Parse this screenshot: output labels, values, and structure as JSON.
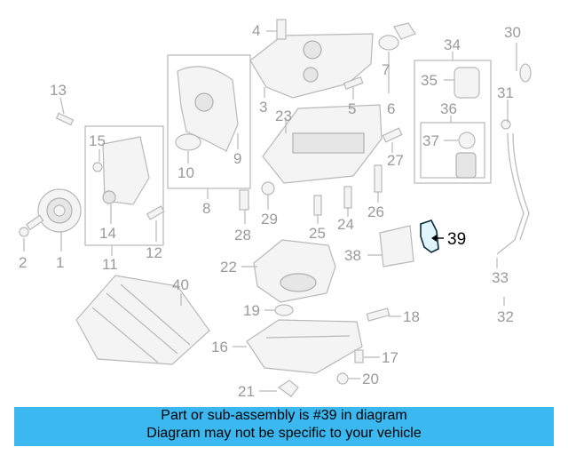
{
  "diagram": {
    "callouts": [
      "1",
      "2",
      "3",
      "4",
      "5",
      "6",
      "7",
      "8",
      "9",
      "10",
      "11",
      "12",
      "13",
      "14",
      "15",
      "16",
      "17",
      "18",
      "19",
      "20",
      "21",
      "22",
      "23",
      "24",
      "25",
      "26",
      "27",
      "28",
      "29",
      "30",
      "31",
      "32",
      "33",
      "34",
      "35",
      "36",
      "37",
      "38",
      "39",
      "40"
    ],
    "highlighted_part": "39",
    "colors": {
      "highlight": "#0a2a3a",
      "banner": "#3bb8f0",
      "callout": "#9a9a9a"
    }
  },
  "banner": {
    "line1": "Part or sub-assembly is #39 in diagram",
    "line2": "Diagram may not be specific to your vehicle"
  }
}
